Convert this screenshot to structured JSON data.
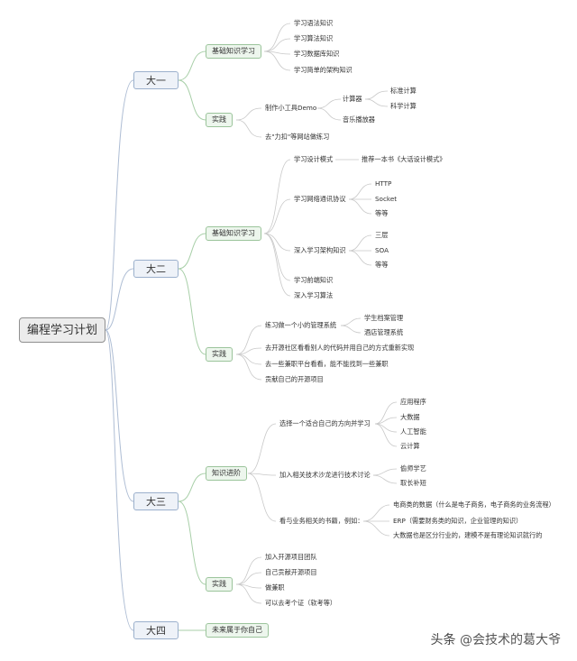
{
  "root": "编程学习计划",
  "years": {
    "y1": "大一",
    "y2": "大二",
    "y3": "大三",
    "y4": "大四"
  },
  "y1": {
    "basic": {
      "label": "基础知识学习",
      "items": [
        "学习语法知识",
        "学习算法知识",
        "学习数据库知识",
        "学习简单的架构知识"
      ]
    },
    "practice": {
      "label": "实践",
      "demo": "制作小工具Demo",
      "calculator": "计算器",
      "calc_items": [
        "标准计算",
        "科学计算"
      ],
      "music": "音乐播放器",
      "leetcode": "去\"力扣\"等网站做练习"
    }
  },
  "y2": {
    "basic": {
      "label": "基础知识学习",
      "design": "学习设计模式",
      "book": "推荐一本书《大话设计模式》",
      "network": "学习网络通讯协议",
      "network_items": [
        "HTTP",
        "Socket",
        "等等"
      ],
      "arch": "深入学习架构知识",
      "arch_items": [
        "三层",
        "SOA",
        "等等"
      ],
      "frontend": "学习前端知识",
      "algorithm": "深入学习算法"
    },
    "practice": {
      "label": "实践",
      "mgmt": "练习做一个小的管理系统",
      "mgmt_items": [
        "学生档案管理",
        "酒店管理系统"
      ],
      "open_source": "去开源社区看看别人的代码并用自己的方式重新实现",
      "parttime": "去一些兼职平台看看，能不能找到一些兼职",
      "contribute": "贡献自己的开源项目"
    }
  },
  "y3": {
    "advanced": {
      "label": "知识进阶",
      "direction": "选择一个适合自己的方向并学习",
      "direction_items": [
        "应用程序",
        "大数据",
        "人工智能",
        "云计算"
      ],
      "salon": "加入相关技术沙龙进行技术讨论",
      "salon_items": [
        "偷师学艺",
        "取长补短"
      ],
      "books": "看与业务相关的书籍，例如：",
      "books_items": [
        "电商类的数据（什么是电子商务，电子商务的业务流程）",
        "ERP（需要财务类的知识，企业管理的知识）",
        "大数据也是区分行业的，建模不是有理论知识就行的"
      ]
    },
    "practice": {
      "label": "实践",
      "items": [
        "加入开源项目团队",
        "自己贡献开源项目",
        "做兼职",
        "可以去考个证（软考等）"
      ]
    }
  },
  "y4": {
    "future": "未来属于你自己"
  },
  "watermark": {
    "prefix": "头条",
    "handle": "@会技术的葛大爷"
  },
  "colors": {
    "line_blue": "#9bb0cc",
    "line_green": "#9bc49b",
    "line_gray": "#b5b5b5"
  }
}
